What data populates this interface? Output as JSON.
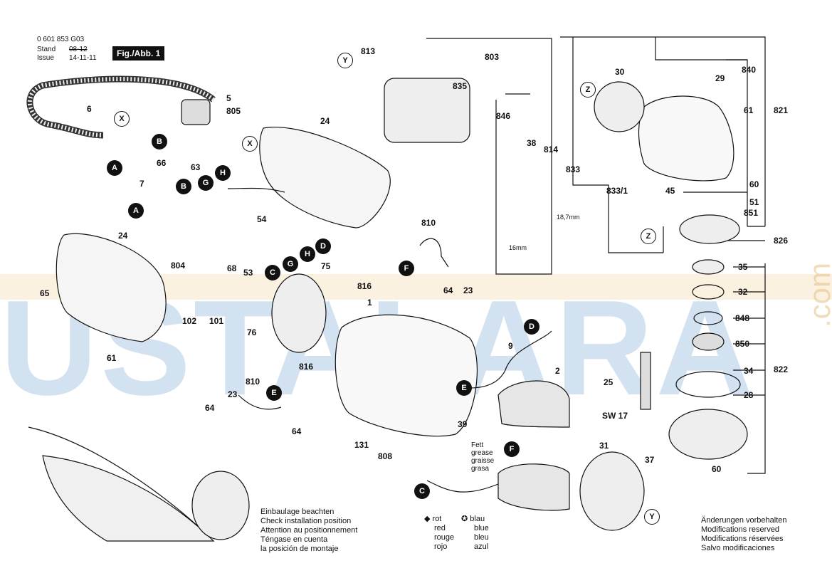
{
  "header": {
    "part_number": "0 601 853 G03",
    "stand_label": "Stand",
    "issue_label": "Issue",
    "stand_value": "08-12",
    "issue_value": "14-11-11",
    "figure_label": "Fig./Abb. 1"
  },
  "watermark": {
    "main": "USTALARA",
    "side": ".com"
  },
  "part_labels": [
    "813",
    "803",
    "835",
    "846",
    "38",
    "814",
    "833",
    "833/1",
    "45",
    "30",
    "29",
    "840",
    "61",
    "821",
    "60",
    "51",
    "851",
    "826",
    "35",
    "32",
    "848",
    "850",
    "34",
    "822",
    "28",
    "25",
    "SW 17",
    "37",
    "60",
    "5",
    "805",
    "6",
    "24",
    "66",
    "63",
    "7",
    "54",
    "24",
    "804",
    "68",
    "53",
    "65",
    "102",
    "101",
    "61",
    "76",
    "75",
    "810",
    "816",
    "64",
    "23",
    "1",
    "9",
    "2",
    "810",
    "816",
    "23",
    "64",
    "64",
    "131",
    "808",
    "39",
    "31",
    "18,7mm",
    "16mm"
  ],
  "circle_labels": {
    "X": "X",
    "Y": "Y",
    "Z": "Z",
    "A": "A",
    "B": "B",
    "C": "C",
    "D": "D",
    "E": "E",
    "F": "F",
    "G": "G",
    "H": "H"
  },
  "grease": [
    "Fett",
    "grease",
    "graisse",
    "grasa"
  ],
  "install_note": [
    "Einbaulage beachten",
    "Check installation position",
    "Attention au positionnement",
    "Téngase en cuenta",
    "la posición de montaje"
  ],
  "legend": {
    "red": [
      "rot",
      "red",
      "rouge",
      "rojo"
    ],
    "blue": [
      "blau",
      "blue",
      "bleu",
      "azul"
    ]
  },
  "changes_note": [
    "Änderungen vorbehalten",
    "Modifications reserved",
    "Modifications réservées",
    "Salvo modificaciones"
  ]
}
